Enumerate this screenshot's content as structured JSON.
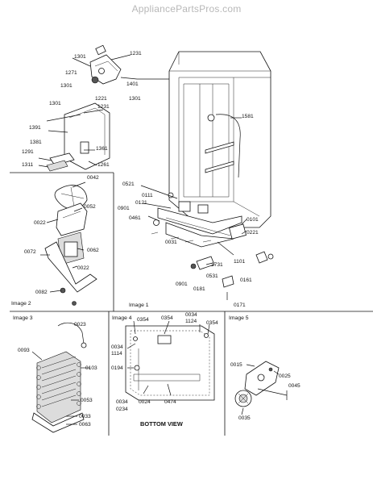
{
  "watermark": "AppliancePartsPros.com",
  "panels": {
    "image1": "Image 1",
    "image2": "Image 2",
    "image3": "Image 3",
    "image4": "Image 4",
    "image5": "Image 5"
  },
  "caption_bottom_view": "BOTTOM VIEW",
  "labels": {
    "p1301a": "1301",
    "p1231a": "1231",
    "p1271": "1271",
    "p1401": "1401",
    "p1301b": "1301",
    "p1221": "1221",
    "p1301c": "1301",
    "p1301d": "1301",
    "p1231b": "1231",
    "p1391": "1391",
    "p1381": "1381",
    "p1361": "1361",
    "p1291": "1291",
    "p1311": "1311",
    "p1261": "1261",
    "p1581": "1581",
    "p0042": "0042",
    "p0052": "0052",
    "p0022a": "0022",
    "p0062": "0062",
    "p0072": "0072",
    "p0022b": "0022",
    "p0082": "0082",
    "p0521": "0521",
    "p0111": "0111",
    "p0121": "0121",
    "p0901a": "0901",
    "p0461": "0461",
    "p0031": "0031",
    "p0101": "0101",
    "p0221": "0221",
    "p1101": "1101",
    "p1731": "1731",
    "p0531": "0531",
    "p0901b": "0901",
    "p0181": "0181",
    "p0161": "0161",
    "p0171": "0171",
    "p0023": "0023",
    "p0093": "0093",
    "p0103": "0103",
    "p0053": "0053",
    "p0033": "0033",
    "p0063": "0063",
    "p0354a": "0354",
    "p0354b": "0354",
    "p0034a": "0034",
    "p1124": "1124",
    "p0354c": "0354",
    "p0034b": "0034",
    "p1114": "1114",
    "p0194": "0194",
    "p0034c": "0034",
    "p0234": "0234",
    "p0024": "0024",
    "p0474": "0474",
    "p0015": "0015",
    "p0025": "0025",
    "p0045": "0045",
    "p0035": "0035"
  }
}
